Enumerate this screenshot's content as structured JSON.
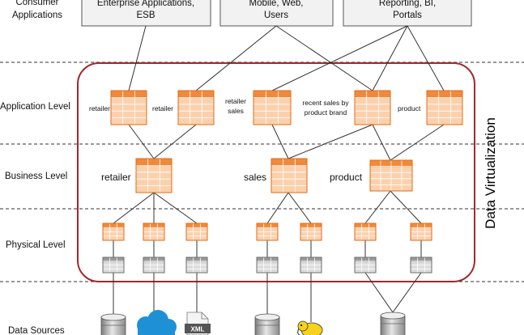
{
  "levels": {
    "consumer": [
      "Consumer",
      "Applications"
    ],
    "application": "Application Level",
    "business": "Business Level",
    "physical": "Physical Level",
    "sources": "Data Sources"
  },
  "consumers": {
    "enterprise": [
      "Enterprise Applications,",
      "ESB"
    ],
    "mobile": [
      "Mobile, Web,",
      "Users"
    ],
    "reporting": [
      "Reporting, BI,",
      "Portals"
    ]
  },
  "app_tables": {
    "retailer1": "retailer",
    "retailer2": "retailer",
    "retailer_sales": [
      "retailer",
      "sales"
    ],
    "recent_sales": [
      "recent sales by",
      "product brand"
    ],
    "product": "product"
  },
  "business_tables": {
    "retailer": "retailer",
    "sales": "sales",
    "product": "product"
  },
  "dv_title": "Data Virtualization",
  "xml_label": "XML",
  "colors": {
    "dv_border": "#a3282b",
    "orange_header": "#f08a3b",
    "orange_cell": "#fbd1ad",
    "orange_border": "#e06b1a",
    "grey_header": "#9a9a9a",
    "grey_cell": "#dcdcdc",
    "cloud": "#1e90d6",
    "consumer_box": "#f2f2f2"
  }
}
